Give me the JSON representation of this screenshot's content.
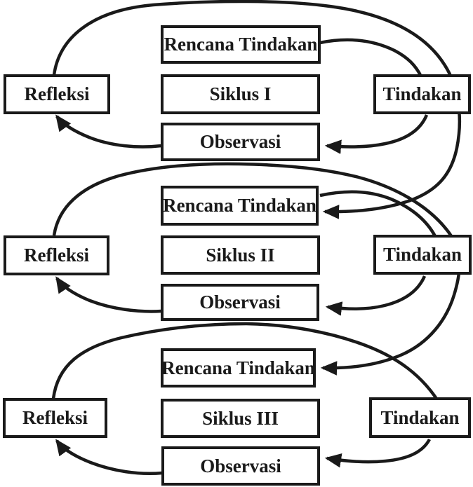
{
  "diagram": {
    "cycles": [
      {
        "plan": "Rencana Tindakan",
        "cycle_label": "Siklus I",
        "reflect": "Refleksi",
        "act": "Tindakan",
        "observe": "Observasi"
      },
      {
        "plan": "Rencana Tindakan",
        "cycle_label": "Siklus II",
        "reflect": "Refleksi",
        "act": "Tindakan",
        "observe": "Observasi"
      },
      {
        "plan": "Rencana Tindakan",
        "cycle_label": "Siklus III",
        "reflect": "Refleksi",
        "act": "Tindakan",
        "observe": "Observasi"
      }
    ],
    "flow": [
      {
        "from": "Rencana Tindakan (Siklus I)",
        "to": "Tindakan (Siklus I)",
        "arrowhead": false
      },
      {
        "from": "Tindakan (Siklus I)",
        "to": "Observasi (Siklus I)",
        "arrowhead": true
      },
      {
        "from": "Observasi (Siklus I)",
        "to": "Refleksi (Siklus I)",
        "arrowhead": true
      },
      {
        "from": "Refleksi (Siklus I)",
        "to": "Rencana Tindakan (Siklus II)",
        "arrowhead": true
      },
      {
        "from": "Rencana Tindakan (Siklus II)",
        "to": "Tindakan (Siklus II)",
        "arrowhead": false
      },
      {
        "from": "Tindakan (Siklus II)",
        "to": "Observasi (Siklus II)",
        "arrowhead": true
      },
      {
        "from": "Observasi (Siklus II)",
        "to": "Refleksi (Siklus II)",
        "arrowhead": true
      },
      {
        "from": "Refleksi (Siklus II)",
        "to": "Rencana Tindakan (Siklus III)",
        "arrowhead": true
      },
      {
        "from": "Refleksi (Siklus III)",
        "to": "Tindakan (Siklus III)",
        "arrowhead": false
      },
      {
        "from": "Tindakan (Siklus III)",
        "to": "Observasi (Siklus III)",
        "arrowhead": true
      },
      {
        "from": "Observasi (Siklus III)",
        "to": "Refleksi (Siklus III)",
        "arrowhead": true
      }
    ],
    "colors": {
      "line": "#1a1a1a",
      "box_fill": "#ffffff",
      "page_bg": "#ffffff"
    }
  }
}
